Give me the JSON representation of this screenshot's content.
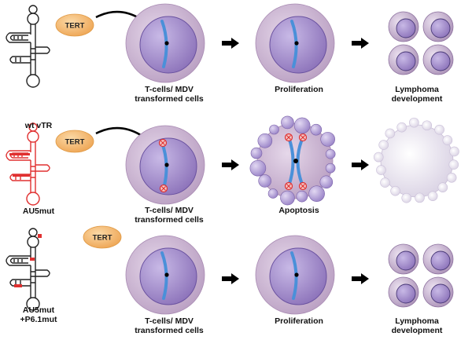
{
  "enzyme": {
    "label": "TERT"
  },
  "rows": [
    {
      "rna_label": "wt vTR",
      "cell_label": [
        "T-cells/ MDV",
        "transformed cells"
      ],
      "middle_label": [
        "Proliferation"
      ],
      "outcome_label": [
        "Lymphoma",
        "development"
      ]
    },
    {
      "rna_label": "AU5mut",
      "cell_label": [
        "T-cells/ MDV",
        "transformed cells"
      ],
      "middle_label": [
        "Apoptosis"
      ],
      "outcome_label": []
    },
    {
      "rna_label": [
        "AU5mut",
        "+P6.1mut"
      ],
      "cell_label": [
        "T-cells/ MDV",
        "transformed cells"
      ],
      "middle_label": [
        "Proliferation"
      ],
      "outcome_label": [
        "Lymphoma",
        "development"
      ]
    }
  ],
  "colors": {
    "cell_outer": "#cfb8d6",
    "nucleus": "#9e88c6",
    "chromosome": "#4a90d9",
    "tert": "#f0b463",
    "mutation": "#e03030",
    "apoptotic": "#ebe6f1"
  }
}
